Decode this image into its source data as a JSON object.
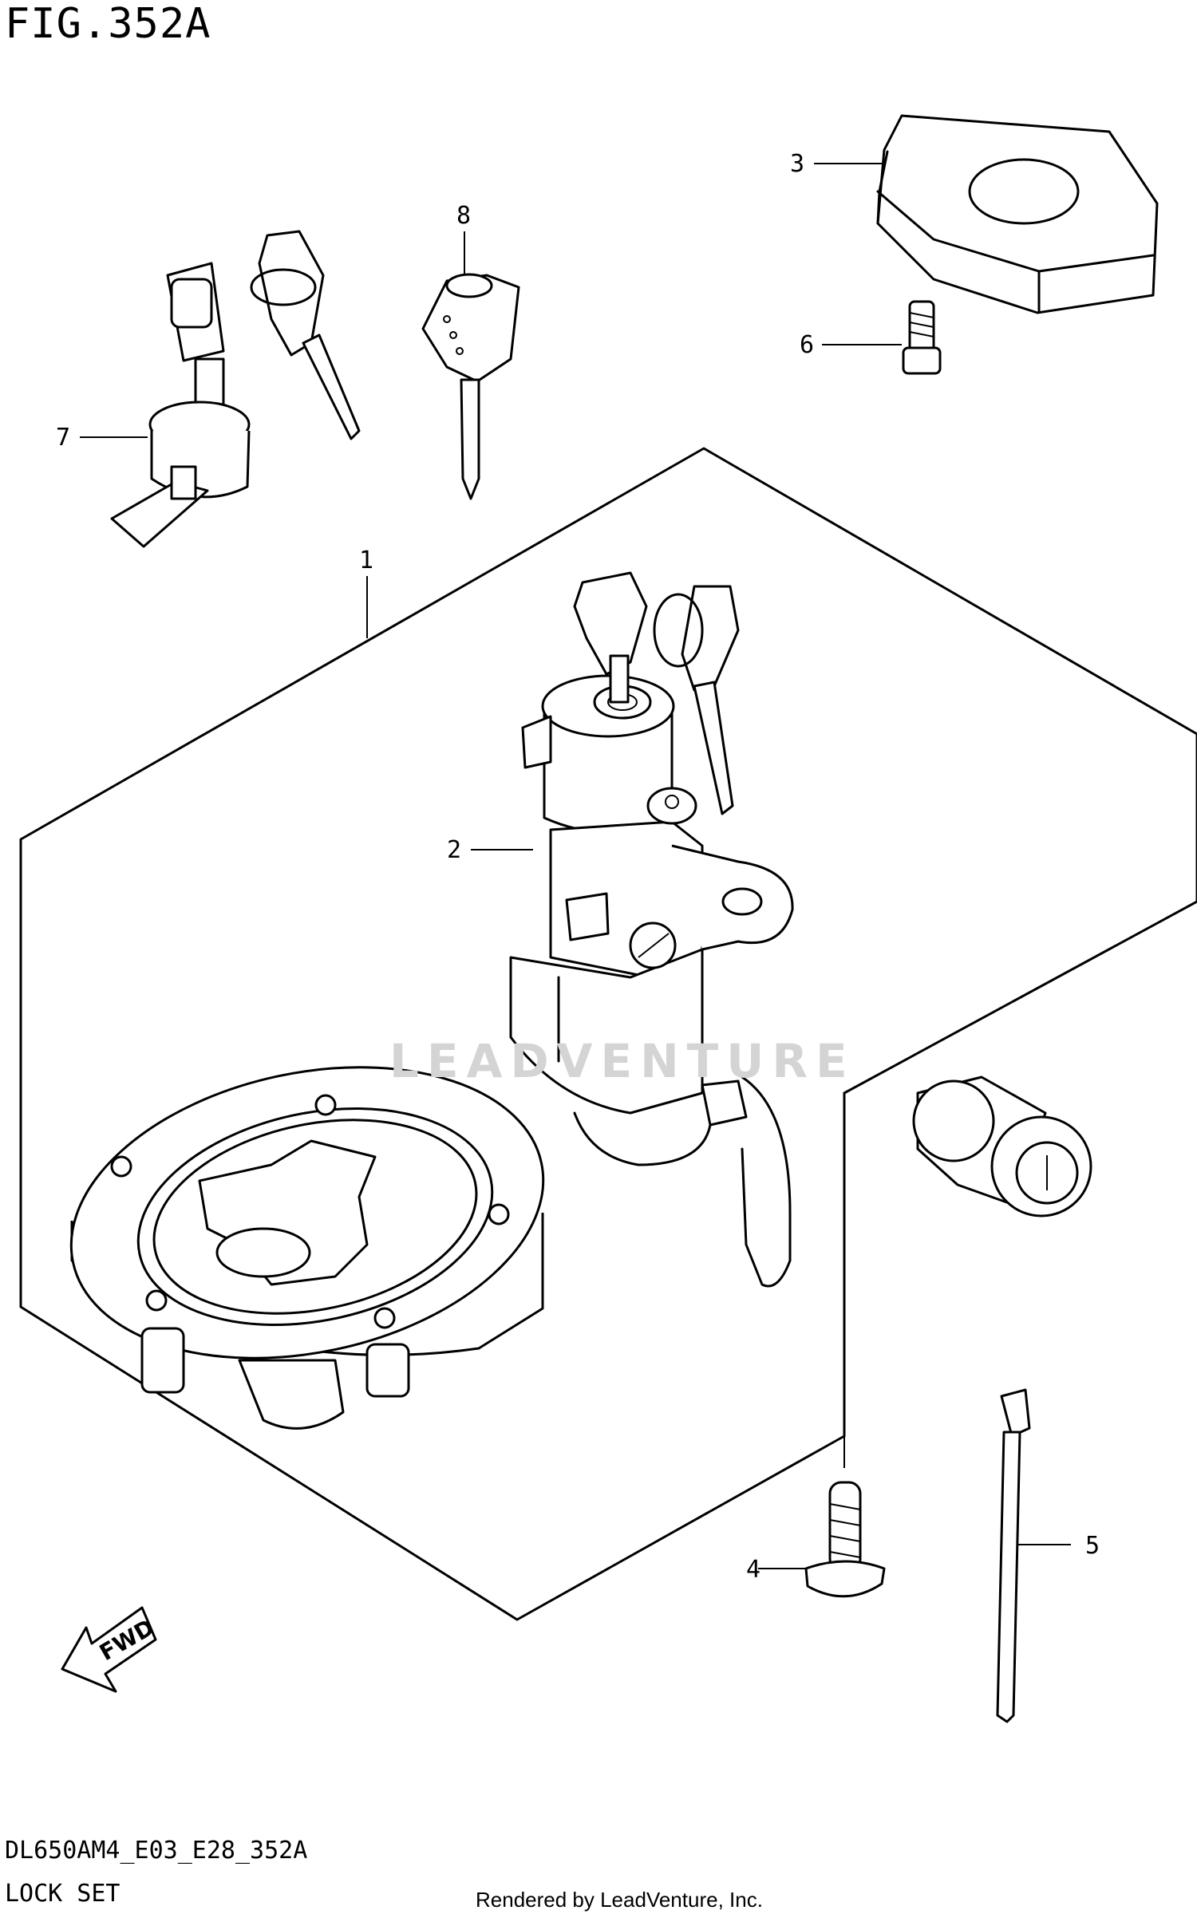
{
  "figure": {
    "title": "FIG.352A",
    "model_code": "DL650AM4_E03_E28_352A",
    "caption": "LOCK SET",
    "render_credit": "Rendered by LeadVenture, Inc.",
    "watermark": "LEADVENTURE",
    "fwd_label": "FWD"
  },
  "callouts": [
    "1",
    "2",
    "3",
    "4",
    "5",
    "6",
    "7",
    "8"
  ],
  "parts": [
    {
      "ref": "1",
      "icon": "lock-set-assembly-icon"
    },
    {
      "ref": "2",
      "icon": "ignition-switch-icon"
    },
    {
      "ref": "3",
      "icon": "cover-cap-icon"
    },
    {
      "ref": "4",
      "icon": "bolt-icon"
    },
    {
      "ref": "5",
      "icon": "cable-tie-icon"
    },
    {
      "ref": "6",
      "icon": "screw-icon"
    },
    {
      "ref": "7",
      "icon": "seat-lock-icon"
    },
    {
      "ref": "8",
      "icon": "key-blank-icon"
    }
  ]
}
